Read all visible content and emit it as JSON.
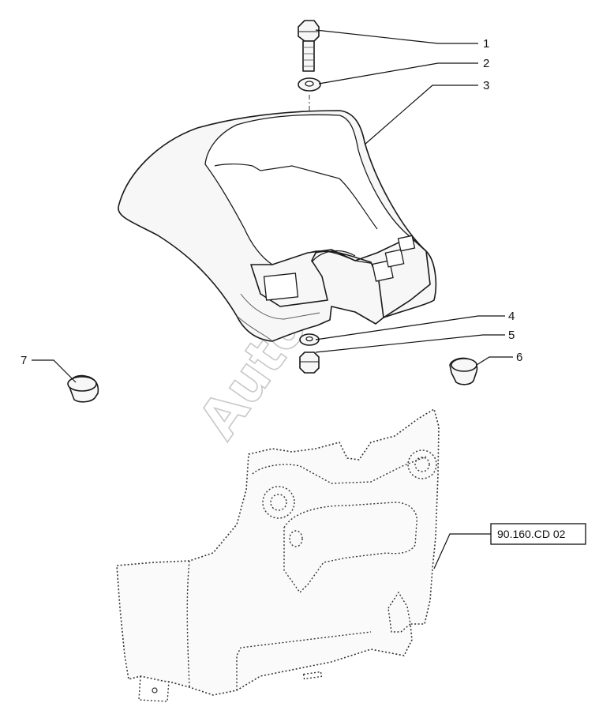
{
  "callouts": [
    {
      "id": "1",
      "label": "1"
    },
    {
      "id": "2",
      "label": "2"
    },
    {
      "id": "3",
      "label": "3"
    },
    {
      "id": "4",
      "label": "4"
    },
    {
      "id": "5",
      "label": "5"
    },
    {
      "id": "6",
      "label": "6"
    },
    {
      "id": "7",
      "label": "7"
    }
  ],
  "reference": {
    "label": "90.160.CD 02"
  },
  "watermark": {
    "text": "AutoSoft"
  }
}
